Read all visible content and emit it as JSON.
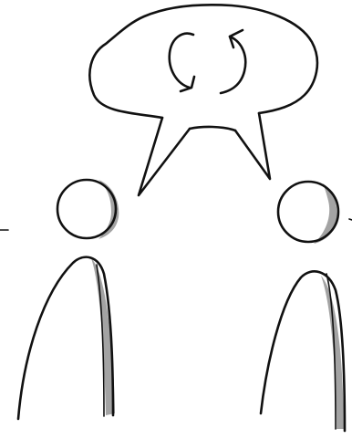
{
  "illustration": {
    "style": "hand-drawn sketch",
    "background_color": "#ffffff",
    "ink_color": "#111111",
    "shade_color": "#a3a3a3",
    "figures": [
      "person-left",
      "person-right"
    ],
    "speech_bubble_icon": "refresh-cycle-icon"
  }
}
